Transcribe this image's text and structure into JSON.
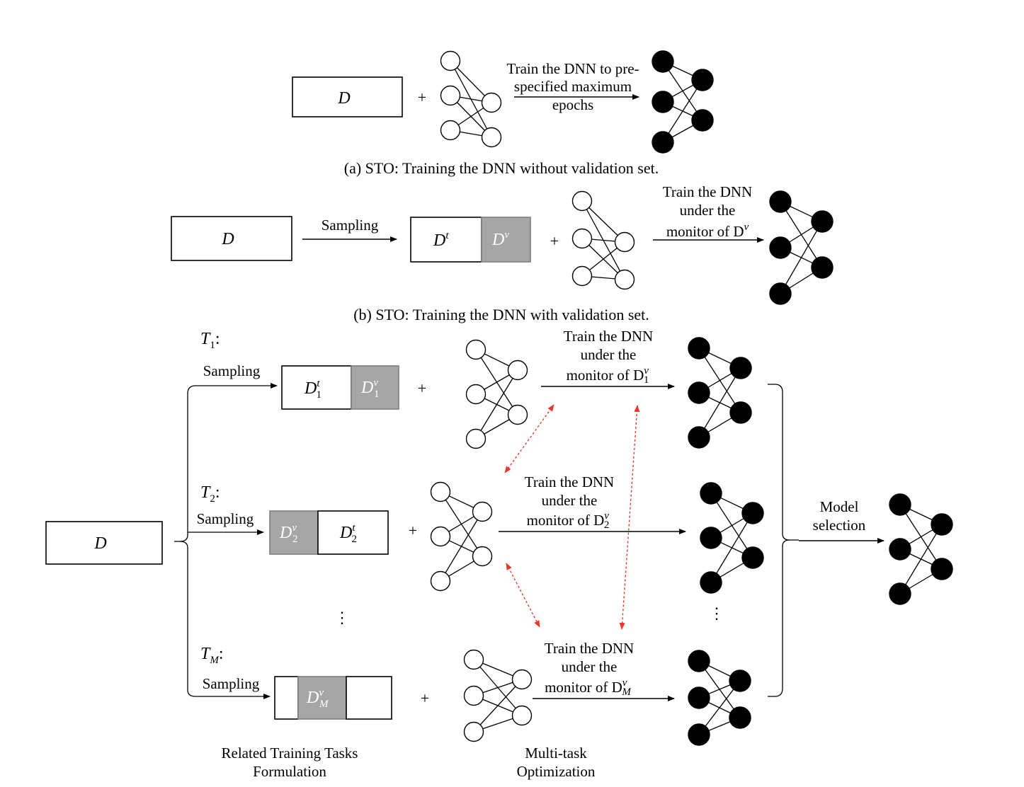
{
  "panel_a": {
    "data_symbol": "D",
    "plus": "+",
    "arrow_label": [
      "Train the DNN to pre-",
      "specified maximum",
      "epochs"
    ],
    "caption": "(a) STO: Training the DNN without validation set."
  },
  "panel_b": {
    "data_symbol": "D",
    "sampling": "Sampling",
    "train_symbol": "D",
    "train_sup": "t",
    "val_symbol": "D",
    "val_sup": "v",
    "plus": "+",
    "arrow_label_1": "Train the DNN",
    "arrow_label_2": "under the",
    "arrow_label_3": "monitor of D",
    "arrow_label_3_sup": "v",
    "caption": "(b) STO: Training the DNN with validation set."
  },
  "panel_c": {
    "data_symbol": "D",
    "tasks": [
      {
        "label": "T",
        "sub": "1",
        "sampling": "Sampling",
        "train_sub": "1",
        "val_sub": "1",
        "line1": "Train the DNN",
        "line2": "under the",
        "line3": "monitor of D",
        "line3_sup": "v",
        "line3_sub": "1"
      },
      {
        "label": "T",
        "sub": "2",
        "sampling": "Sampling",
        "train_sub": "2",
        "val_sub": "2",
        "line1": "Train the DNN",
        "line2": "under the",
        "line3": "monitor of D",
        "line3_sup": "v",
        "line3_sub": "2"
      },
      {
        "label": "T",
        "sub": "M",
        "sampling": "Sampling",
        "train_sub": "",
        "val_sub": "M",
        "line1": "Train the DNN",
        "line2": "under the",
        "line3": "monitor of D",
        "line3_sup": "v",
        "line3_sub": "M"
      }
    ],
    "data_letter": "D",
    "sup_t": "t",
    "sup_v": "v",
    "task_colon": ":",
    "plus": "+",
    "vdots": "⋮",
    "model_selection_1": "Model",
    "model_selection_2": "selection",
    "footer_left_1": "Related Training Tasks",
    "footer_left_2": "Formulation",
    "footer_right_1": "Multi-task",
    "footer_right_2": "Optimization"
  },
  "colors": {
    "validation_fill": "#a6a6a6",
    "link_arrow": "#e8382c"
  }
}
